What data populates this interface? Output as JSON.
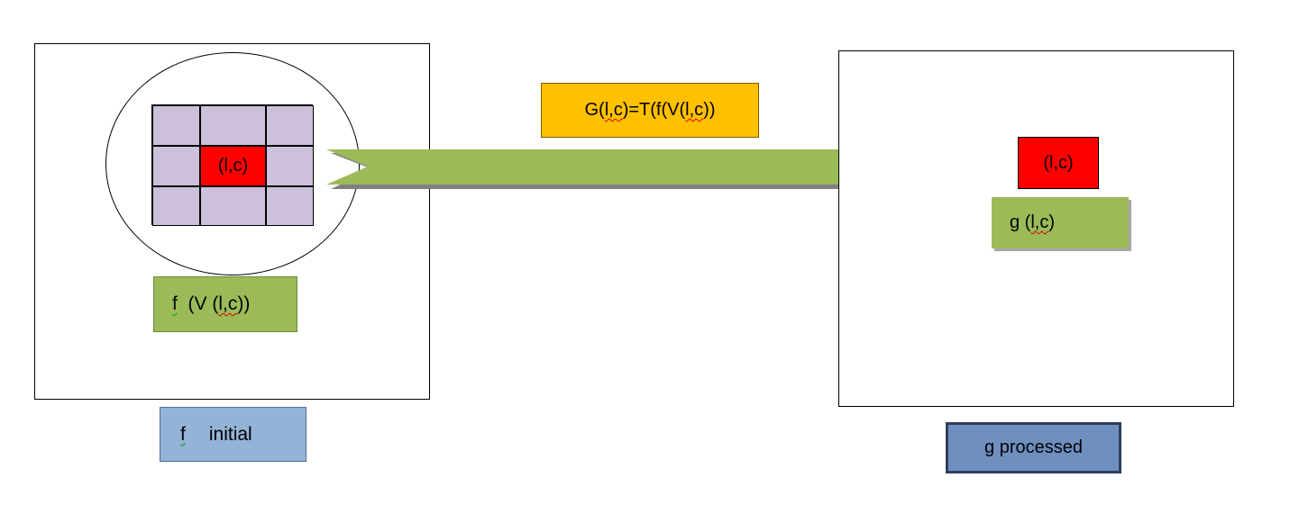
{
  "diagram": {
    "center_pixel_label": "(l,c)",
    "neighborhood_label": {
      "prefix": "f",
      "middle": "  (V (",
      "lc": "l,c",
      "suffix": "))"
    },
    "initial_label": {
      "prefix": "f",
      "suffix": "initial"
    },
    "formula_label": {
      "g": "G(",
      "lc1": "l,c",
      "mid": ")=T(f(V(",
      "lc2": "l,c",
      "end": "))"
    },
    "target_pixel_label": "(l,c)",
    "output_label": {
      "prefix": "g (",
      "lc": "l,c",
      "suffix": ")"
    },
    "processed_label": "g processed"
  },
  "colors": {
    "grid_cell": "#ccc0da",
    "center_pixel": "#ff0000",
    "green_box": "#9bbb59",
    "blue_box": "#95b3d7",
    "dark_blue_box": "#6f8fbf",
    "formula_box": "#ffc000",
    "arrow": "#9bbb59"
  }
}
